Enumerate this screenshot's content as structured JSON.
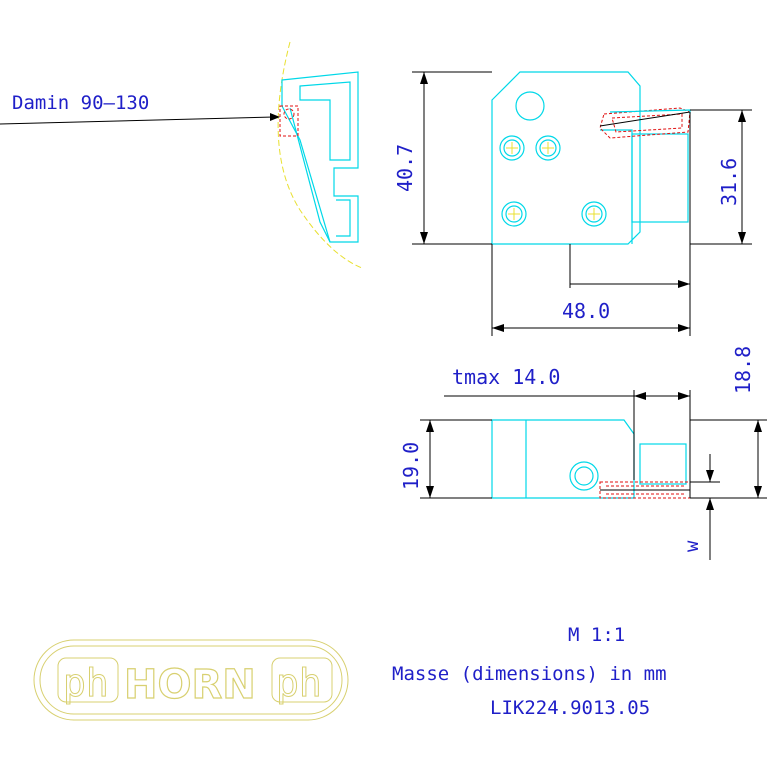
{
  "labels": {
    "damin": "Damin 90–130",
    "dim_height": "40.7",
    "dim_right": "31.6",
    "dim_width": "48.0",
    "dim_tmax": "tmax 14.0",
    "dim_188": "18.8",
    "dim_190": "19.0",
    "dim_w": "w"
  },
  "notes": {
    "scale": "M 1:1",
    "units": "Masse (dimensions) in mm",
    "code": "LIK224.9013.05"
  },
  "logo": {
    "text": "HORN",
    "mark": "ph"
  },
  "colors": {
    "dimension_text": "#1f1fc8",
    "part_outline": "#00d8e8",
    "hidden_line": "#e01010",
    "center_mark": "#e8e030",
    "logo": "#d8d070"
  }
}
